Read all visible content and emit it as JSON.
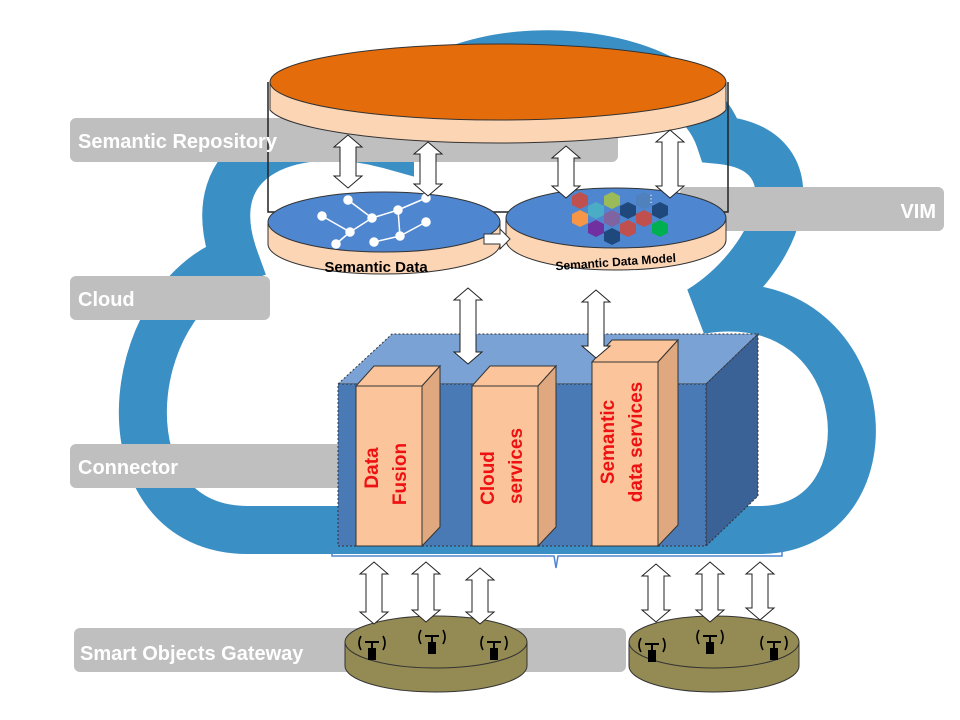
{
  "layers": {
    "semantic_repository": "Semantic Repository",
    "cloud": "Cloud",
    "connector": "Connector",
    "smart_objects_gateway": "Smart Objects Gateway",
    "vim": "VIM"
  },
  "discs": {
    "semantic_data": "Semantic Data",
    "semantic_data_model": "Semantic Data Model"
  },
  "services": {
    "data_fusion": [
      "Data",
      "Fusion"
    ],
    "cloud_services": [
      "Cloud",
      "services"
    ],
    "semantic_data_services": [
      "Semantic",
      "data services"
    ]
  },
  "colors": {
    "cloud_outline": "#3a8fc4",
    "repository_top": "#e46c0a",
    "repository_side": "#fcd5b5",
    "connector_front": "#4a7ab5",
    "connector_top": "#7aa2d4",
    "connector_side": "#3a6296",
    "service_front": "#fbc49a",
    "service_text": "#ee1111",
    "gateway_top": "#948a54",
    "label_bar": "#bfbfbf"
  }
}
